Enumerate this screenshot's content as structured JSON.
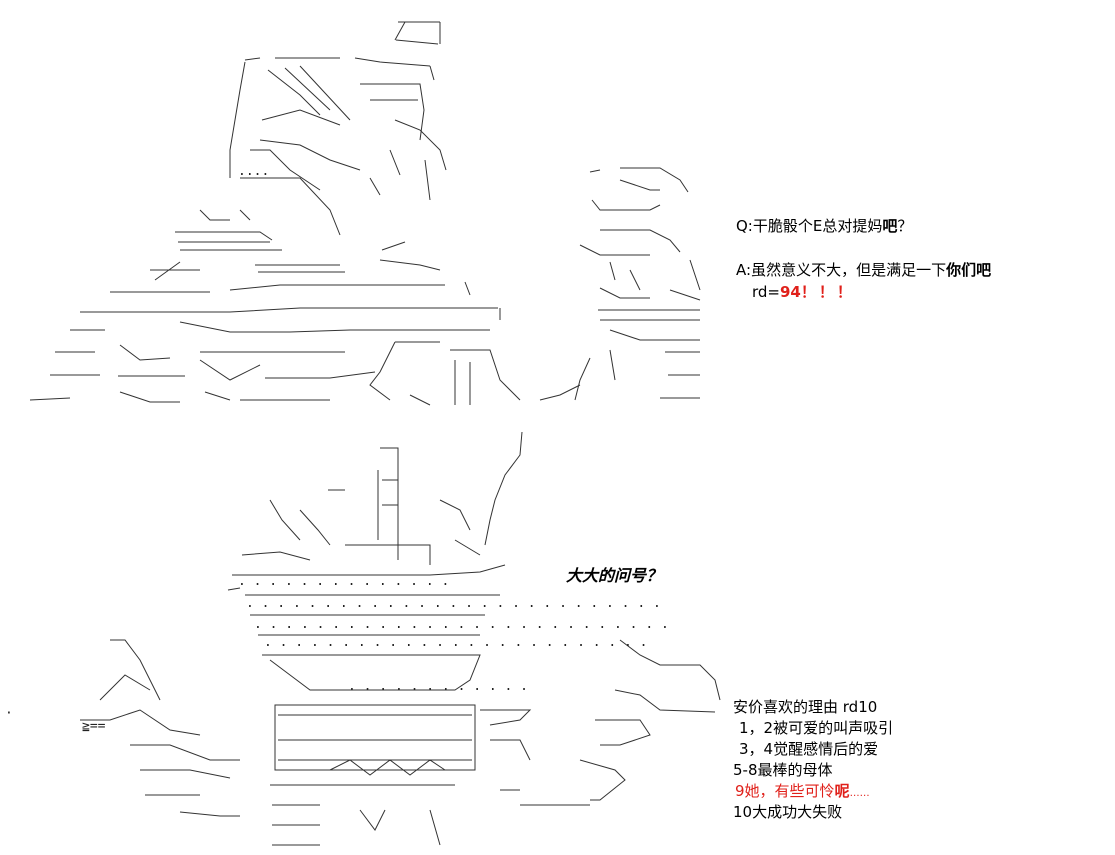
{
  "qa": {
    "question_prefix": "Q:",
    "question_text": "干脆骰个E总对提妈",
    "question_bold": "吧",
    "question_end": "？",
    "answer_prefix": "A:",
    "answer_text": "虽然意义不大，但是满足一下",
    "answer_bold": "你们吧",
    "roll_label": "rd=",
    "roll_value": "94",
    "roll_exclaim": "！！！"
  },
  "caption": {
    "text": "大大的问号？"
  },
  "list": {
    "title": "安价喜欢的理由 rd10",
    "items": [
      {
        "range": "1，2",
        "text": "被可爱的叫声吸引"
      },
      {
        "range": "3，4",
        "text": "觉醒感情后的爱"
      },
      {
        "range": "5-8",
        "text": "最棒的母体"
      },
      {
        "range": "9",
        "text": "她，有些可怜",
        "bold_tail": "呢",
        "dots": "……",
        "highlight_color": "#e0201a"
      },
      {
        "range": "10",
        "text": "大成功大失败"
      }
    ]
  }
}
